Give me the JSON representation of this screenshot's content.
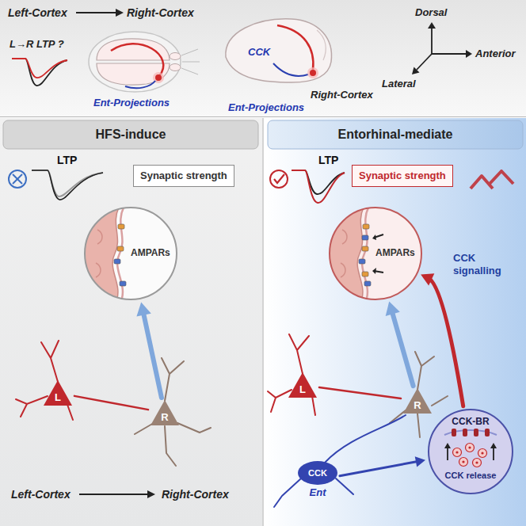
{
  "diagram": {
    "nodes": [
      {
        "text": [
          "HFS-induce"
        ]
      },
      {
        "text": [
          "Synaptic strength"
        ],
        "in": 0
      },
      {
        "text": [
          "AMPARs"
        ],
        "in": 0
      },
      {
        "text": [
          "L"
        ],
        "in": 0
      },
      {
        "text": [
          "R"
        ],
        "in": 0
      },
      {
        "text": [
          "Entorhinal-mediate"
        ]
      },
      {
        "text": [
          "Synaptic strength"
        ],
        "in": 5
      },
      {
        "text": [
          "AMPARs"
        ],
        "in": 5
      },
      {
        "text": [
          "L"
        ],
        "in": 5
      },
      {
        "text": [
          "R"
        ],
        "in": 5
      },
      {
        "text": [
          "CCK",
          "Ent"
        ],
        "in": 5
      },
      {
        "text": [
          "CCK-BR",
          "CCK release"
        ],
        "in": 5
      }
    ],
    "edges": [
      {
        "from": 3,
        "to": 4,
        "arrow": "none"
      },
      {
        "from": 4,
        "to": 2,
        "arrow": "to"
      },
      {
        "from": 8,
        "to": 9,
        "arrow": "none"
      },
      {
        "from": 9,
        "to": 7,
        "arrow": "to"
      },
      {
        "from": 10,
        "to": 11,
        "arrow": "to"
      },
      {
        "from": 11,
        "to": 7,
        "label": "CCK signalling",
        "arrow": "to"
      }
    ],
    "labels": [
      "Left-Cortex",
      "Right-Cortex",
      "L→R LTP ?",
      "Ent-Projections",
      "CCK",
      "Right-Cortex",
      "Ent-Projections",
      "Dorsal",
      "Anterior",
      "Lateral",
      "LTP",
      "Left-Cortex",
      "Right-Cortex",
      "LTP"
    ]
  }
}
